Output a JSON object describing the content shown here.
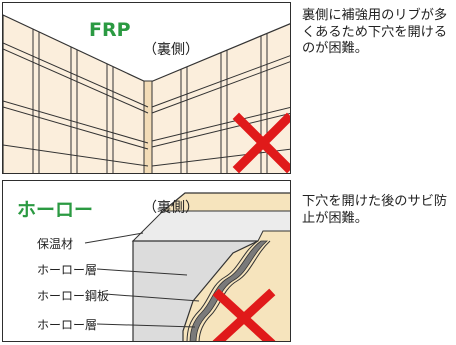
{
  "panels": [
    {
      "title": "FRP",
      "side_label": "（裏側）",
      "description": "裏側に補強用のリブが多くあるため下穴を開けるのが困難。"
    },
    {
      "title": "ホーロー",
      "side_label": "（裏側）",
      "description": "下穴を開けた後のサビ防止が困難。",
      "callouts": [
        "保温材",
        "ホーロー層",
        "ホーロー鋼板",
        "ホーロー層"
      ]
    }
  ],
  "colors": {
    "title_green": "#2b9a42",
    "cross_red": "#e01a1a",
    "panel_cream": "#f6e4bd",
    "frp_face": "#fbeedc",
    "insulation_gray": "#dcdcdc"
  },
  "icons": [
    "cross-mark-icon",
    "cross-mark-icon"
  ]
}
